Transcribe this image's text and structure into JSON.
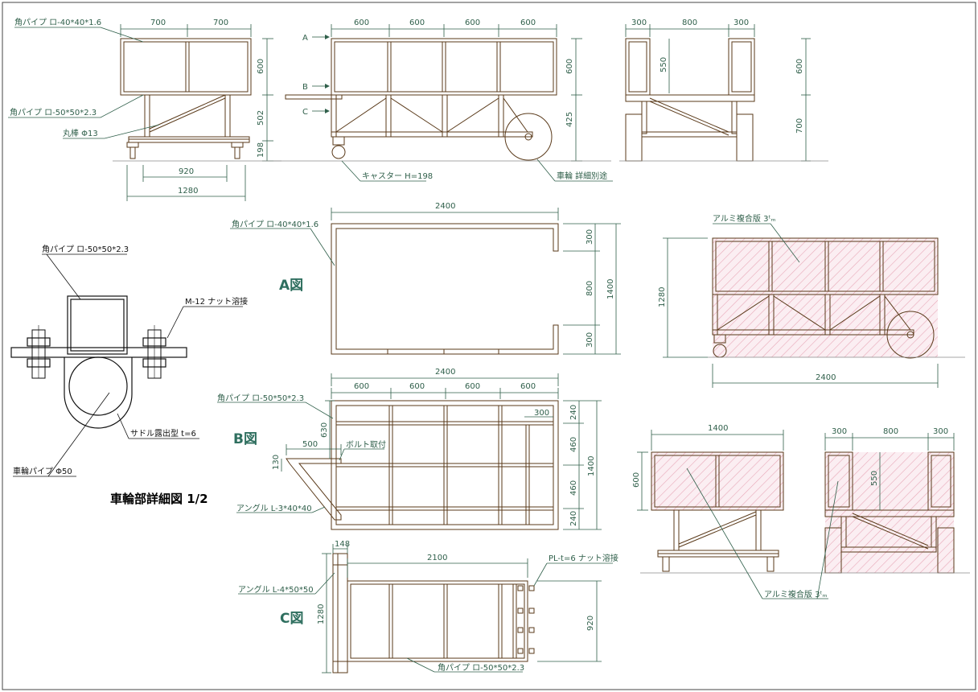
{
  "title": "車輪部詳細図  1/2",
  "views": {
    "a": "A図",
    "b": "B図",
    "c": "C図"
  },
  "arrows": {
    "a": "A",
    "b": "B",
    "c": "C"
  },
  "labels": {
    "sq_pipe_40": "角パイプ  ロ-40*40*1.6",
    "sq_pipe_50": "角パイプ  ロ-50*50*2.3",
    "round_bar": "丸棒  Φ13",
    "caster": "キャスター  H=198",
    "wheel": "車輪  詳細別途",
    "alu_panel": "アルミ複合版  3ᵗₘ",
    "nut_m12": "M-12  ナット溶接",
    "saddle": "サドル露出型  t=6",
    "wheel_pipe": "車輪パイプ  Φ50",
    "bolt": "ボルト取付",
    "angle_40": "アングル  L-3*40*40",
    "angle_50": "アングル  L-4*50*50",
    "plate": "PL-t=6  ナット溶接"
  },
  "dims": {
    "d700": "700",
    "d600": "600",
    "d300": "300",
    "d800": "800",
    "d550": "550",
    "d502": "502",
    "d198": "198",
    "d425": "425",
    "d920": "920",
    "d1280": "1280",
    "d2400": "2400",
    "d1400": "1400",
    "d240": "240",
    "d460": "460",
    "d630": "630",
    "d500": "500",
    "d130": "130",
    "d148": "148",
    "d2100": "2100"
  },
  "colors": {
    "frame": "#5a3a1a",
    "dim": "#2f5f4a",
    "hatch": "#e8a8b8",
    "ground": "#8a8a8a"
  }
}
